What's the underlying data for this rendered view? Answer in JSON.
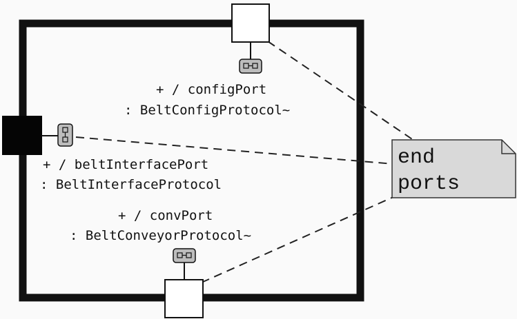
{
  "ports": [
    {
      "id": "config",
      "name_line": "+ / configPort",
      "type_line": ": BeltConfigProtocol~"
    },
    {
      "id": "belt-interface",
      "name_line": "+ / beltInterfacePort",
      "type_line": ": BeltInterfaceProtocol"
    },
    {
      "id": "conv",
      "name_line": "+ / convPort",
      "type_line": ": BeltConveyorProtocol~"
    }
  ],
  "note": {
    "line1": "end",
    "line2": "ports"
  },
  "colors": {
    "frame": "#111111",
    "note_fill": "#d9d9d9",
    "connector_fill": "#bdbdbd"
  }
}
